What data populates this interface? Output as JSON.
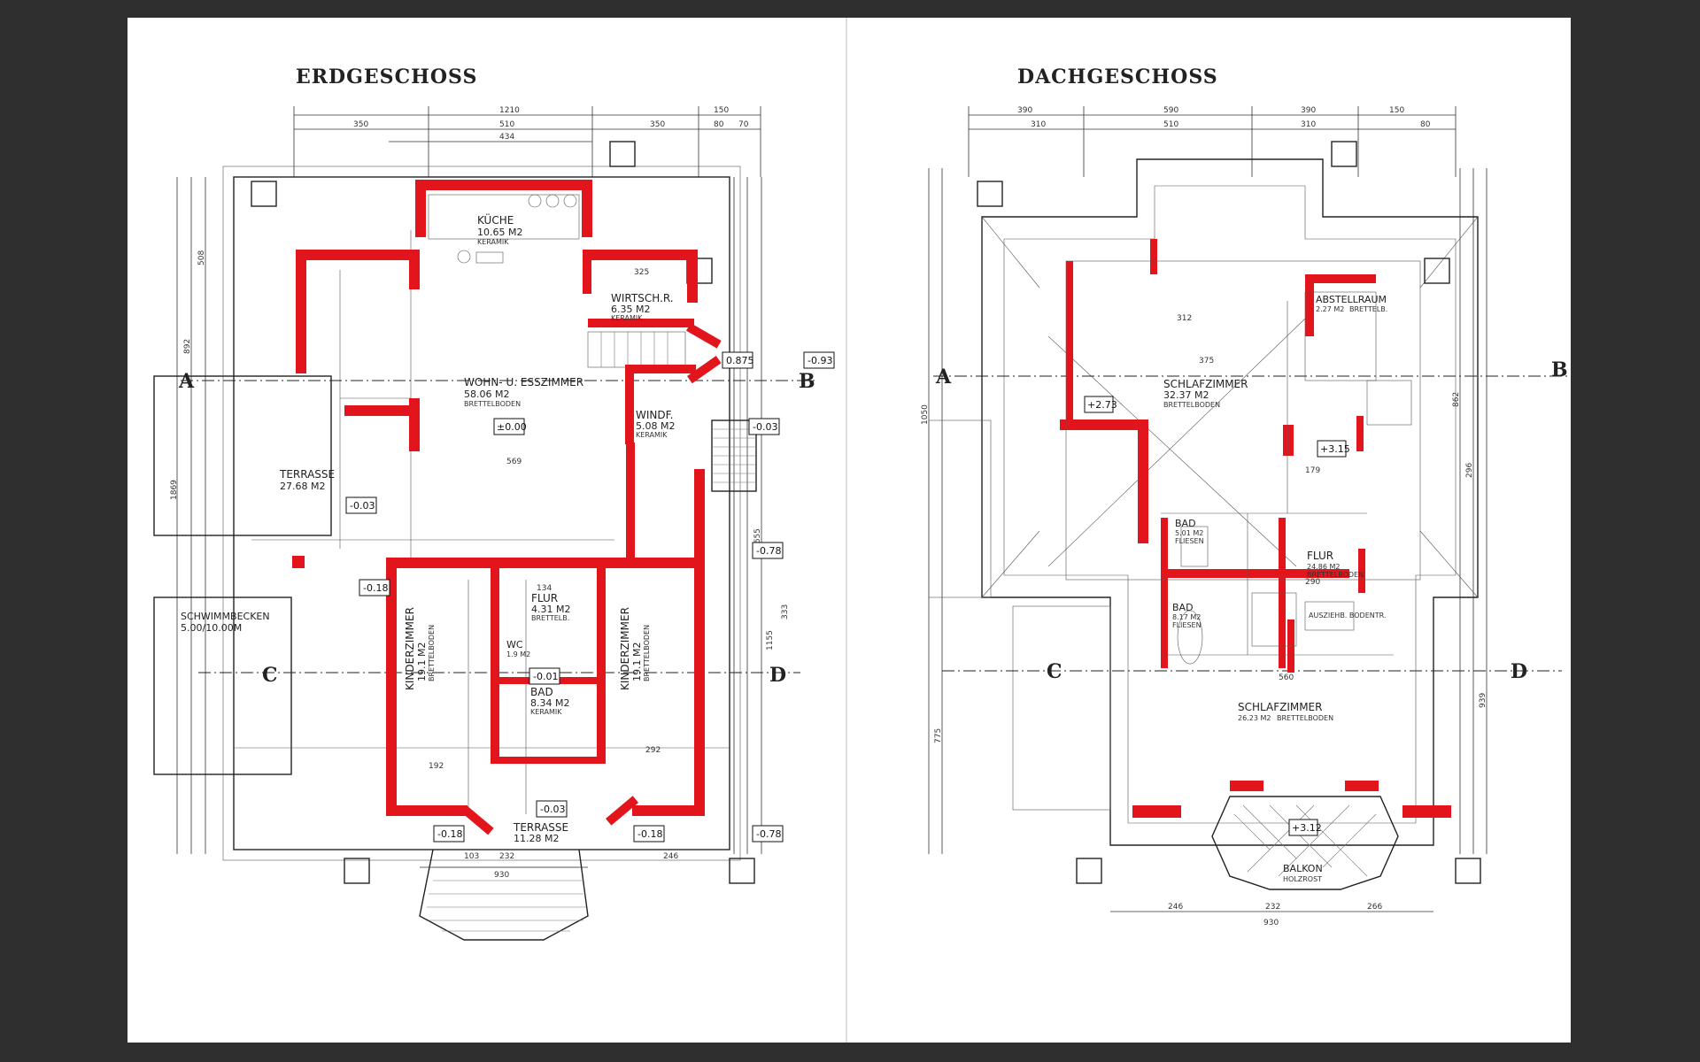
{
  "titles": {
    "ground": "ERDGESCHOSS",
    "attic": "DACHGESCHOSS"
  },
  "ground_floor": {
    "rooms": {
      "kitchen": {
        "name": "KÜCHE",
        "area": "10.65 M2",
        "floor": "KERAMIK"
      },
      "pantry": {
        "name": "WIRTSCH.R.",
        "area": "6.35 M2",
        "floor": "KERAMIK"
      },
      "living": {
        "name": "WOHN- U. ESSZIMMER",
        "area": "58.06 M2",
        "floor": "BRETTELBODEN"
      },
      "windfang": {
        "name": "WINDF.",
        "area": "5.08 M2",
        "floor": "KERAMIK"
      },
      "terrace_w": {
        "name": "TERRASSE",
        "area": "27.68 M2"
      },
      "pool": {
        "name": "SCHWIMMBECKEN",
        "area": "5.00/10.00M"
      },
      "hall": {
        "name": "FLUR",
        "area": "4.31 M2",
        "floor": "BRETTELB."
      },
      "wc": {
        "name": "WC",
        "area": "1.9 M2"
      },
      "bath": {
        "name": "BAD",
        "area": "8.34 M2",
        "floor": "KERAMIK"
      },
      "kids_left": {
        "name": "KINDERZIMMER",
        "area": "19.1 M2",
        "floor": "BRETTELBODEN"
      },
      "kids_right": {
        "name": "KINDERZIMMER",
        "area": "19.1 M2",
        "floor": "BRETTELBODEN"
      },
      "terrace_s": {
        "name": "TERRASSE",
        "area": "11.28 M2"
      }
    },
    "levels": {
      "main": "±0.00",
      "terrace_w": "-0.03",
      "entry": "-0.03",
      "wc": "-0.01",
      "bath_door": "-0.03",
      "left_outer": "-0.18",
      "bottom_left": "-0.18",
      "bottom_right": "-0.18",
      "right_outer": "-0.78",
      "entry_outer": "-0.78",
      "east": "-0.93",
      "stair": "0.875"
    },
    "dimensions": {
      "top_total": "1210",
      "top_a": "350",
      "top_b": "510",
      "top_c": "350",
      "top_d": "434",
      "top_e": "150",
      "top_f": "80",
      "top_g": "70",
      "bottom_total": "930",
      "bottom_a": "232",
      "bottom_b": "103",
      "bottom_c": "246",
      "left_total": "1869",
      "left_a": "508",
      "left_b": "892",
      "right_total": "1655",
      "right_a": "1155",
      "right_b": "333",
      "living_w": "569",
      "hall_w": "134",
      "kid_w": "192",
      "kid_w2": "292",
      "pantry_w": "325"
    }
  },
  "attic_floor": {
    "rooms": {
      "storage": {
        "name": "ABSTELLRAUM",
        "area": "2.27 M2",
        "floor": "BRETTELB."
      },
      "bed_n": {
        "name": "SCHLAFZIMMER",
        "area": "32.37 M2",
        "floor": "BRETTELBODEN"
      },
      "bath_n": {
        "name": "BAD",
        "area": "5.01 M2",
        "floor": "FLIESEN"
      },
      "bath_s": {
        "name": "BAD",
        "area": "8.17 M2",
        "floor": "FLIESEN"
      },
      "hall": {
        "name": "FLUR",
        "area": "24.86 M2",
        "floor": "BRETTELBODEN"
      },
      "attic_access": {
        "name": "AUSZIEHB. BODENTR."
      },
      "bed_s": {
        "name": "SCHLAFZIMMER",
        "area": "26.23 M2",
        "floor": "BRETTELBODEN"
      },
      "balcony": {
        "name": "BALKON",
        "area": "HOLZROST"
      }
    },
    "levels": {
      "west": "+2.73",
      "hall": "+3.15",
      "balcony": "+3.12"
    },
    "dimensions": {
      "top_a": "390",
      "top_b": "590",
      "top_c": "390",
      "top_d": "310",
      "top_e": "510",
      "top_f": "310",
      "top_g": "150",
      "top_h": "80",
      "bed_w": "375",
      "bed_w2": "312",
      "bottom_total": "930",
      "bottom_a": "246",
      "bottom_b": "232",
      "bottom_c": "266",
      "left_a": "1050",
      "left_b": "775",
      "right_a": "862",
      "right_b": "296",
      "right_c": "939",
      "bath_w": "290",
      "bed_s_w": "560",
      "hall_w": "179"
    }
  },
  "axes": {
    "a": "A",
    "b": "B",
    "c": "C",
    "d": "D"
  }
}
